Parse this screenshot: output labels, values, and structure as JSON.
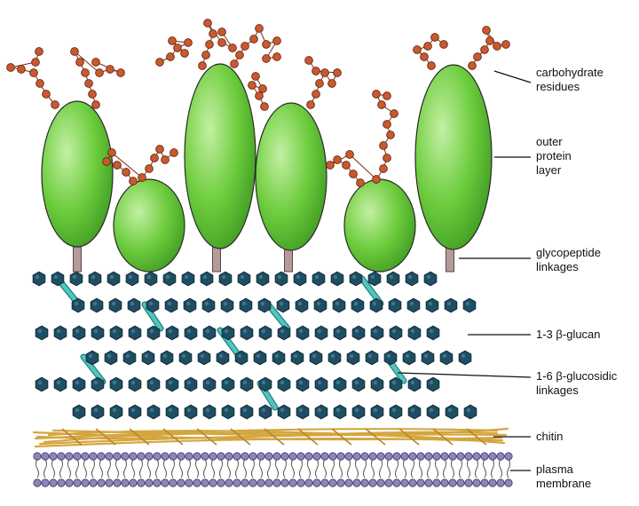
{
  "labels": {
    "carbohydrate": [
      "carbohydrate",
      "residues"
    ],
    "outer_protein": [
      "outer",
      "protein",
      "layer"
    ],
    "glycopeptide": [
      "glycopeptide",
      "linkages"
    ],
    "glucan": "1-3 β-glucan",
    "glucosidic": [
      "1-6 β-glucosidic",
      "linkages"
    ],
    "chitin": "chitin",
    "plasma": [
      "plasma",
      "membrane"
    ]
  },
  "colors": {
    "protein": "#6ccc3c",
    "protein_light": "#c4f0a4",
    "stalk": "#b49a9a",
    "residue": "#c85a30",
    "hexagon": "#1f4e63",
    "linkage": "#4fc6c2",
    "chitin": "#d4a640",
    "membrane_head": "#8a86b8"
  }
}
